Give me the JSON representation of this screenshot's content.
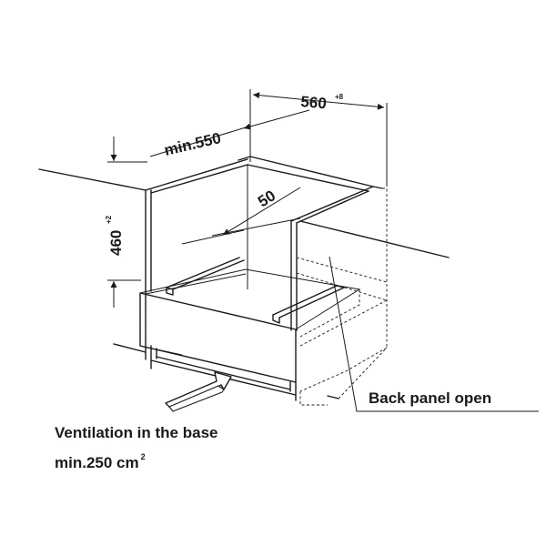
{
  "dimensions": {
    "width_value": "560",
    "width_tolerance": "+8",
    "depth_value": "min.550",
    "height_value": "460",
    "height_tolerance": "+2",
    "offset_value": "50"
  },
  "labels": {
    "back_panel": "Back panel open",
    "ventilation_line1": "Ventilation in the base",
    "ventilation_line2": "min.250 cm",
    "ventilation_sup": "2"
  }
}
